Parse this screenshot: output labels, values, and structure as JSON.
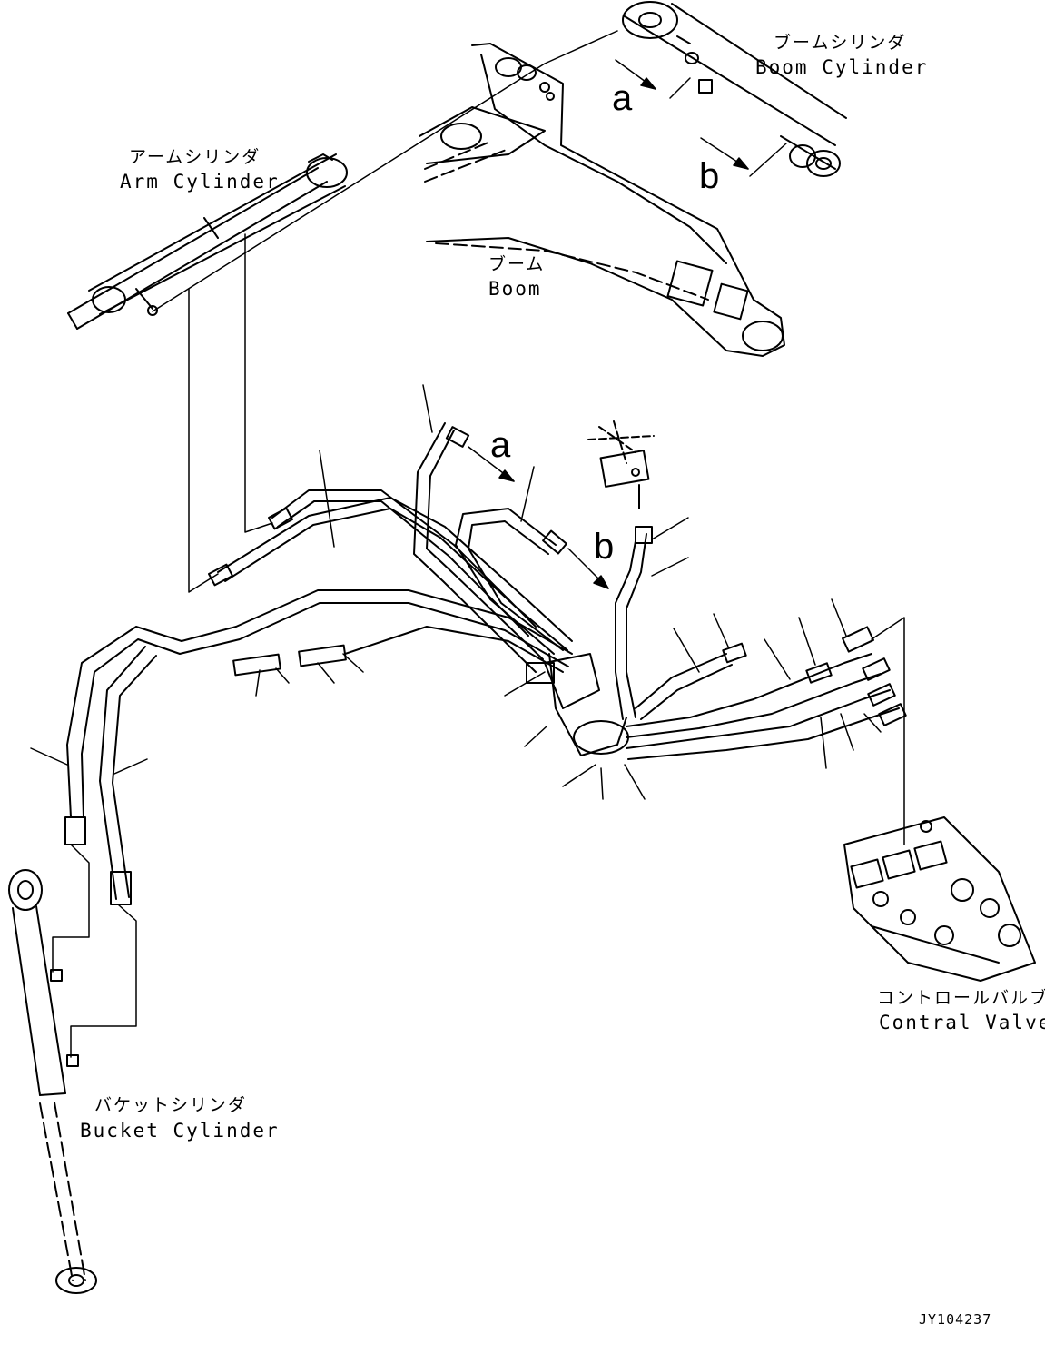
{
  "labels": {
    "boom_cylinder_jp": "ブームシリンダ",
    "boom_cylinder_en": "Boom Cylinder",
    "arm_cylinder_jp": "アームシリンダ",
    "arm_cylinder_en": "Arm Cylinder",
    "boom_jp": "ブーム",
    "boom_en": "Boom",
    "bucket_cylinder_jp": "バケットシリンダ",
    "bucket_cylinder_en": "Bucket Cylinder",
    "control_valve_jp": "コントロールバルブ",
    "control_valve_en": "Contral Valve",
    "ref_a_top": "a",
    "ref_b_top": "b",
    "ref_a_mid": "a",
    "ref_b_mid": "b",
    "drawing_code": "JY104237"
  },
  "colors": {
    "line": "#000000",
    "background": "#ffffff"
  }
}
